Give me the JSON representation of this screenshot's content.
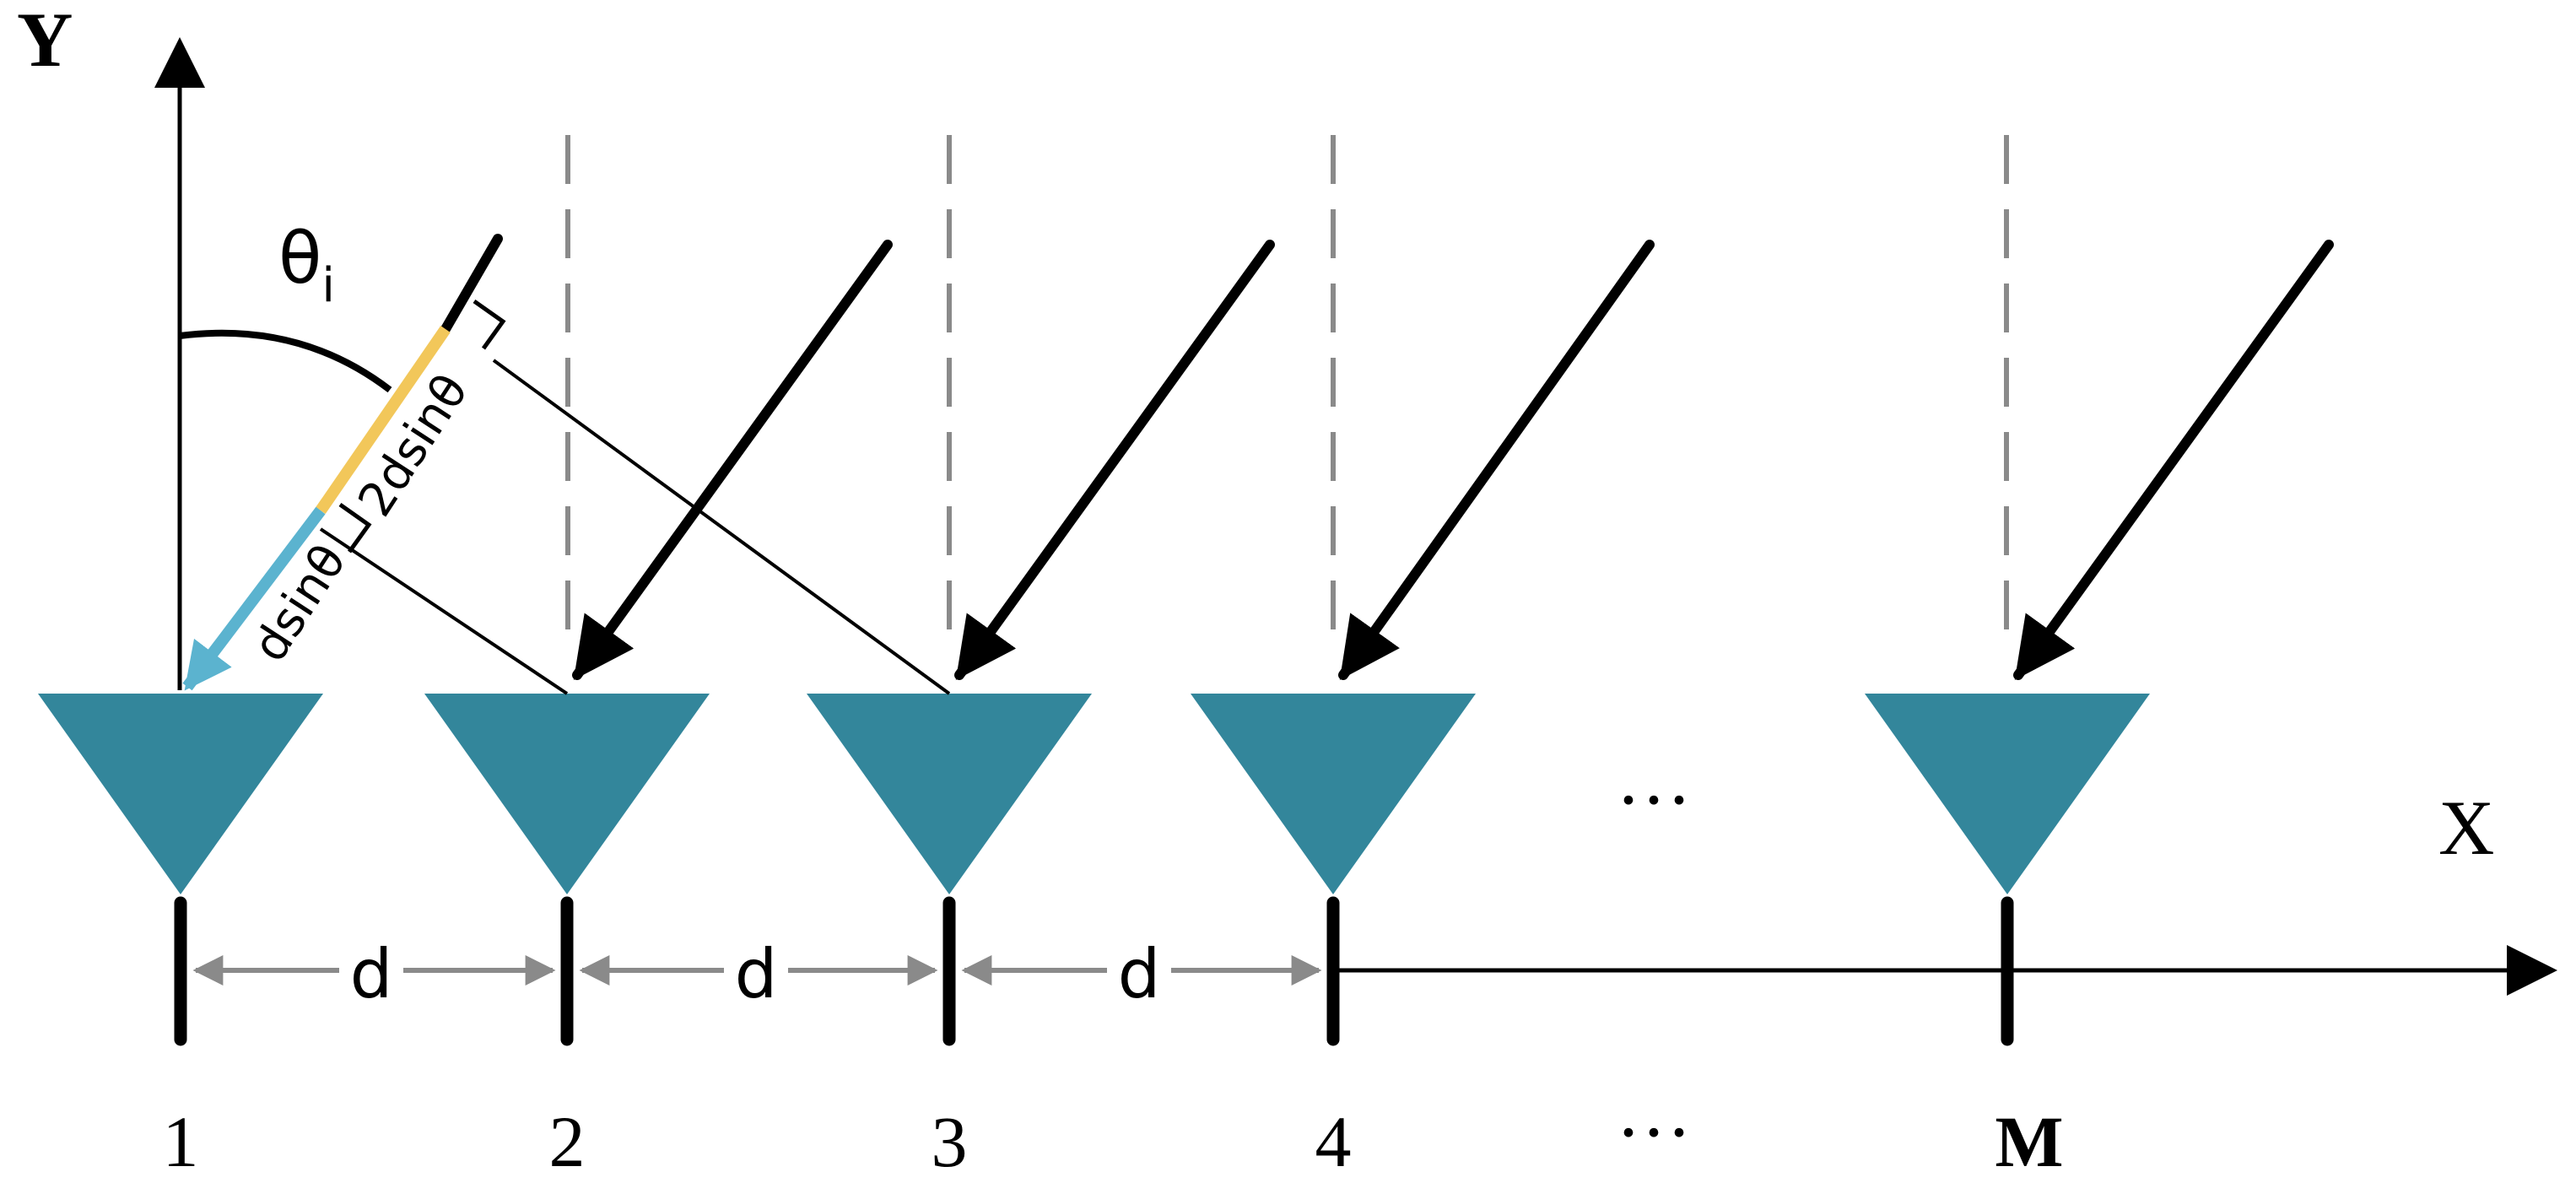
{
  "axes": {
    "y_label": "Y",
    "x_label": "X"
  },
  "angle": {
    "symbol": "θ",
    "subscript": "i"
  },
  "path_labels": {
    "single": "dsinθ",
    "double": "2dsinθ"
  },
  "spacing_label": "d",
  "ellipsis": "···",
  "elements": [
    "1",
    "2",
    "3",
    "4",
    "M"
  ],
  "colors": {
    "antenna": "#33869B",
    "path_single": "#5BB3CF",
    "path_double": "#F2C75A",
    "ray": "#000000",
    "dashed": "#8A8A8A",
    "dimension": "#8A8A8A"
  }
}
